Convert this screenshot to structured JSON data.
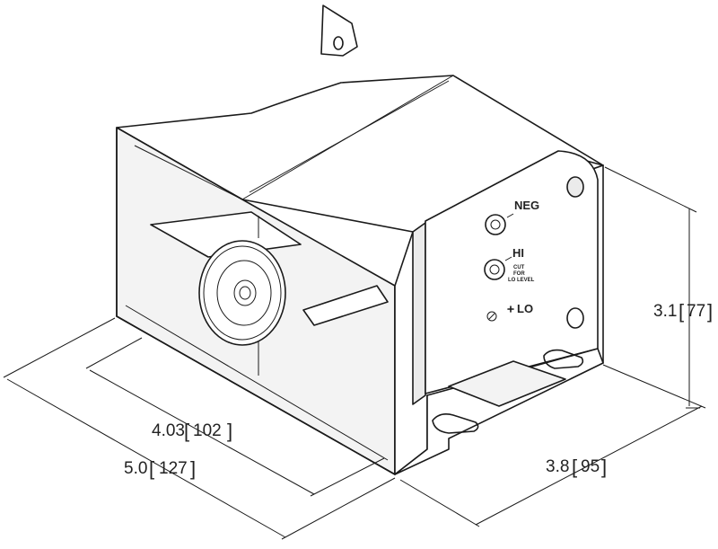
{
  "terminals": {
    "neg": "NEG",
    "hi": "HI",
    "lo": "LO",
    "volume_note_line1": "CUT",
    "volume_note_line2": "FOR",
    "volume_note_line3": "LO LEVEL"
  },
  "dimensions": {
    "depth_inner": {
      "value": "4.03",
      "metric": "102"
    },
    "depth_overall": {
      "value": "5.0",
      "metric": "127"
    },
    "width": {
      "value": "3.8",
      "metric": "95"
    },
    "height": {
      "value": "3.1",
      "metric": "77"
    }
  },
  "colors": {
    "line": "#1a1a1a",
    "background": "#ffffff"
  }
}
